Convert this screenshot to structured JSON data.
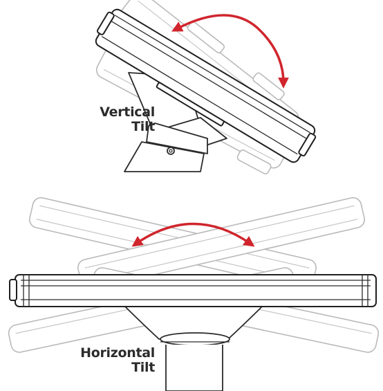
{
  "labels": {
    "vertical": [
      "Vertical",
      "Tilt"
    ],
    "horizontal": [
      "Horizontal",
      "Tilt"
    ]
  },
  "colors": {
    "arrow": "#d0252d",
    "outline": "#1f1f1f",
    "ghost": "#b9b9b9"
  }
}
